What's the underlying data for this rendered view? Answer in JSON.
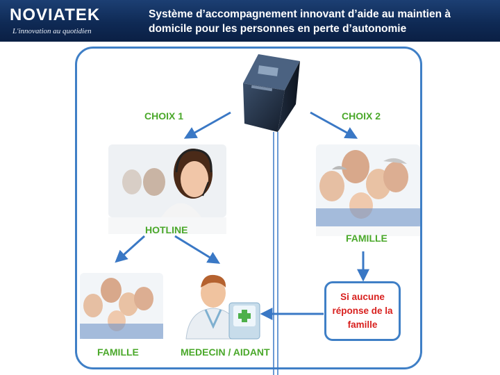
{
  "header": {
    "logo": "NOVIATEK",
    "tagline": "L'innovation au quotidien",
    "title": "Système d’accompagnement innovant d’aide au maintien à domicile pour les personnes en perte d’autonomie"
  },
  "diagram": {
    "choice1": "CHOIX  1",
    "choice2": "CHOIX  2",
    "hotline": "HOTLINE",
    "famille_right": "FAMILLE",
    "famille_left": "FAMILLE",
    "medecin": "MEDECIN / AIDANT",
    "fallback": "Si aucune réponse de la famille"
  },
  "colors": {
    "header_bg": "#0f2a55",
    "frame": "#3f7fc6",
    "arrow": "#3a78c5",
    "label_green": "#4aa82a",
    "fallback_red": "#d8201e"
  }
}
